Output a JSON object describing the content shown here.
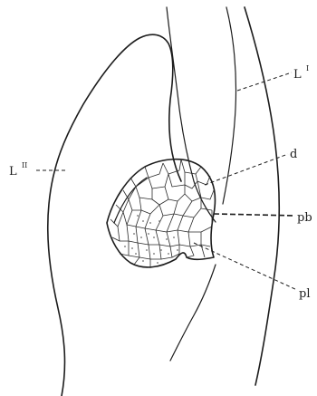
{
  "figure": {
    "labels": {
      "leaf_one": "L",
      "leaf_one_index": "I",
      "leaf_two": "L",
      "leaf_two_index": "II",
      "d": "d",
      "pb": "pb",
      "pl": "pl"
    }
  }
}
